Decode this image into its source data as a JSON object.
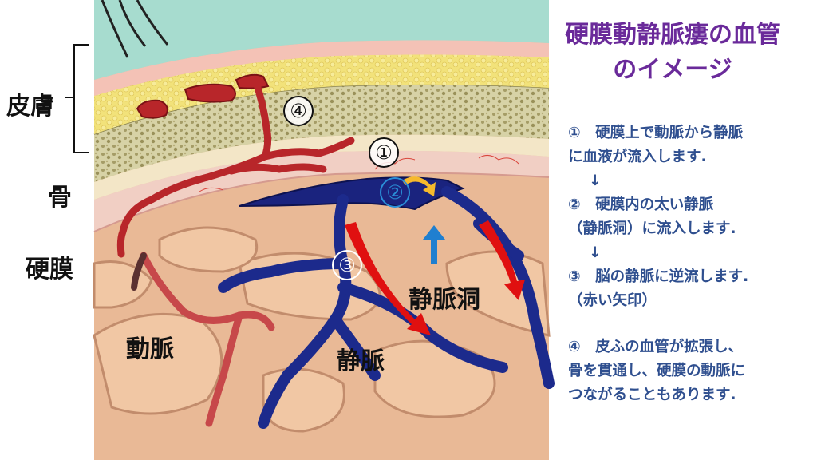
{
  "title": {
    "line1": "硬膜動静脈瘻の血管",
    "line2": "のイメージ"
  },
  "layer_labels": {
    "skin": "皮膚",
    "bone": "骨",
    "dura": "硬膜"
  },
  "anatomy_labels": {
    "artery": "動脈",
    "vein": "静脈",
    "sinus": "静脈洞"
  },
  "markers": {
    "m1": "①",
    "m2": "②",
    "m3": "③",
    "m4": "④"
  },
  "explanation": {
    "step1_line1": "①　硬膜上で動脈から静脈",
    "step1_line2": "に血液が流入します.",
    "arrow1": "↓",
    "step2_line1": "②　硬膜内の太い静脈",
    "step2_line2": "（静脈洞）に流入します.",
    "arrow2": "↓",
    "step3_line1": "③　脳の静脈に逆流します.",
    "step3_line2": "（赤い矢印）",
    "step4_line1": "④　皮ふの血管が拡張し、",
    "step4_line2": "骨を貫通し、硬膜の動脈に",
    "step4_line3": "つながることもあります."
  },
  "colors": {
    "title": "#6a2a9a",
    "explanation": "#2f4f8f",
    "artery": "#b8262a",
    "vein": "#1a237e",
    "flow_arrow": "#e01010",
    "sinus_arrow": "#1f7fd0"
  }
}
